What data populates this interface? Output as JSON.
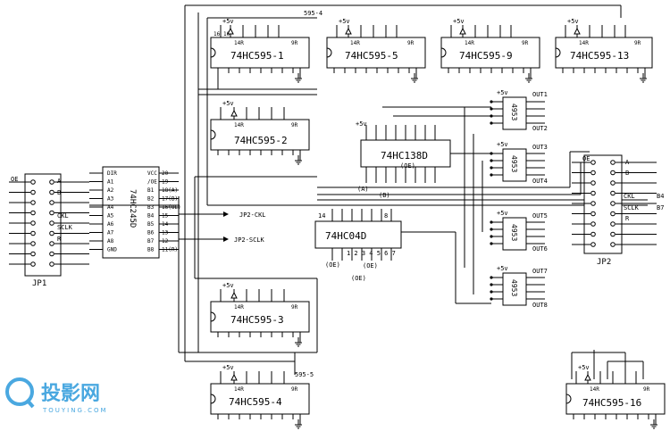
{
  "chips": {
    "u1": "74HC595-1",
    "u5": "74HC595-5",
    "u9": "74HC595-9",
    "u13": "74HC595-13",
    "u2": "74HC595-2",
    "u3": "74HC595-3",
    "u4": "74HC595-4",
    "u16": "74HC595-16",
    "u138": "74HC138D",
    "u04": "74HC04D",
    "u245": "74HC245D",
    "d1": "4953",
    "d2": "4953",
    "d3": "4953",
    "d4": "4953"
  },
  "pins595": {
    "p14": "14R",
    "p9": "9R",
    "p16": "16",
    "p10": "10"
  },
  "pins245": {
    "left": [
      "DIR",
      "A1",
      "A2",
      "A3",
      "A4",
      "A5",
      "A6",
      "A7",
      "A8",
      "GND"
    ],
    "right": [
      "VCC",
      "/OE",
      "B1",
      "B2",
      "B3",
      "B4",
      "B5",
      "B6",
      "B7",
      "B8"
    ],
    "right_nums": [
      "20",
      "19",
      "18(A)",
      "17(B)",
      "16(OE)",
      "15",
      "14",
      "13",
      "12",
      "11(R)"
    ]
  },
  "pins04": {
    "p14": "14",
    "p8": "8",
    "bottom": "1 2 3 4 5 6 7"
  },
  "pins138": {
    "oe": "(OE)"
  },
  "vcc": "+5v",
  "vcc138": "+5v",
  "net_labels": {
    "n595_4": "595-4",
    "n595_5": "595-5",
    "jp2_ckl": "JP2-CKL",
    "jp2_sclk": "JP2-SCLK",
    "a": "(A)",
    "b": "(B)",
    "oe1": "(OE)",
    "oe2": "(OE)"
  },
  "outs": [
    "OUT1",
    "OUT2",
    "OUT3",
    "OUT4",
    "OUT5",
    "OUT6",
    "OUT7",
    "OUT8"
  ],
  "jp1": {
    "title": "JP1",
    "oe": "OE",
    "a": "A",
    "b": "B",
    "ckl": "CKL",
    "sclk": "SCLK",
    "r": "R"
  },
  "jp2": {
    "title": "JP2",
    "oe": "OE",
    "a": "A",
    "b": "B",
    "ckl": "CKL",
    "sclk": "SCLK",
    "r": "R",
    "b4": "B4",
    "b7": "B7"
  },
  "watermark": {
    "main": "投影网",
    "sub": "TOUYING.COM"
  }
}
